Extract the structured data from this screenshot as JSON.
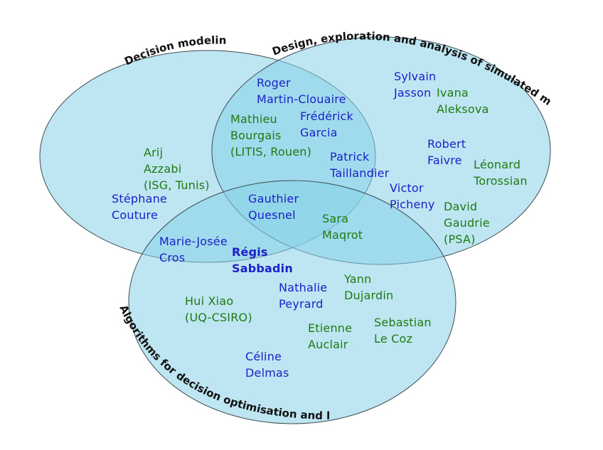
{
  "colors": {
    "blue": "#1c20c8",
    "green": "#1f7a12",
    "ellipse_fill": "#87d2e8"
  },
  "sets": {
    "decision_modeling": "Decision modeling",
    "simulated_models": "Design, exploration and analysis of simulated models",
    "algorithms": "Algorithms for decision optimisation and learning"
  },
  "names": {
    "roger": "Roger\nMartin-Clouaire",
    "mathieu": "Mathieu\nBourgais\n(LITIS, Rouen)",
    "frederick": "Frédérick\nGarcia",
    "patrick": "Patrick\nTaillandier",
    "sylvain": "Sylvain\nJasson",
    "ivana": "Ivana\nAleksova",
    "robert": "Robert\nFaivre",
    "leonard": "Léonard\nTorossian",
    "victor": "Victor\nPicheny",
    "david": "David\nGaudrie\n(PSA)",
    "arij": "Arij\nAzzabi\n(ISG, Tunis)",
    "stephane": "Stéphane\nCouture",
    "gauthier": "Gauthier\nQuesnel",
    "sara": "Sara\nMaqrot",
    "marie": "Marie-Josée\nCros",
    "regis": "Régis\nSabbadin",
    "hui": "Hui Xiao\n(UQ-CSIRO)",
    "nathalie": "Nathalie\nPeyrard",
    "yann": "Yann\nDujardin",
    "etienne": "Etienne\nAuclair",
    "sebastian": "Sebastian\nLe Coz",
    "celine": "Céline\nDelmas"
  }
}
